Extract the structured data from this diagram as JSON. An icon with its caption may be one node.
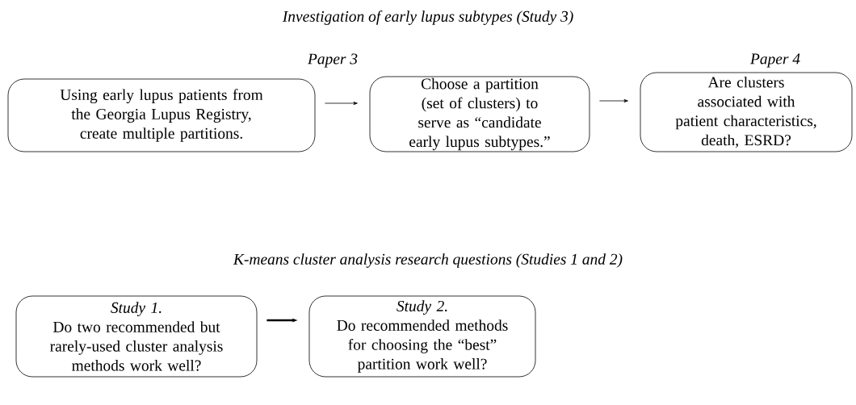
{
  "diagram": {
    "nodes": [
      {
        "text": [
          "Using early lupus patients from the Georgia Lupus Registry, create multiple partitions."
        ]
      },
      {
        "text": [
          "Choose a partition (set of clusters) to serve as “candidate early lupus subtypes.”"
        ],
        "beside": [
          "Paper 3"
        ]
      },
      {
        "text": [
          "Are clusters associated with patient characteristics, death, ESRD?"
        ],
        "beside": [
          "Paper 4"
        ]
      },
      {
        "text": [
          "Study 1.",
          "Do two recommended but rarely-used cluster analysis methods work well?"
        ]
      },
      {
        "text": [
          "Study 2.",
          "Do recommended methods for choosing the “best” partition work well?"
        ]
      }
    ],
    "edges": [
      {
        "from": 0,
        "to": 1,
        "arrow": "to"
      },
      {
        "from": 1,
        "to": 2,
        "arrow": "to"
      },
      {
        "from": 3,
        "to": 4,
        "arrow": "to",
        "style": "thick"
      }
    ],
    "labels": [
      "Investigation of early lupus subtypes (Study 3)",
      "K-means cluster analysis research questions (Studies 1 and 2)"
    ]
  }
}
